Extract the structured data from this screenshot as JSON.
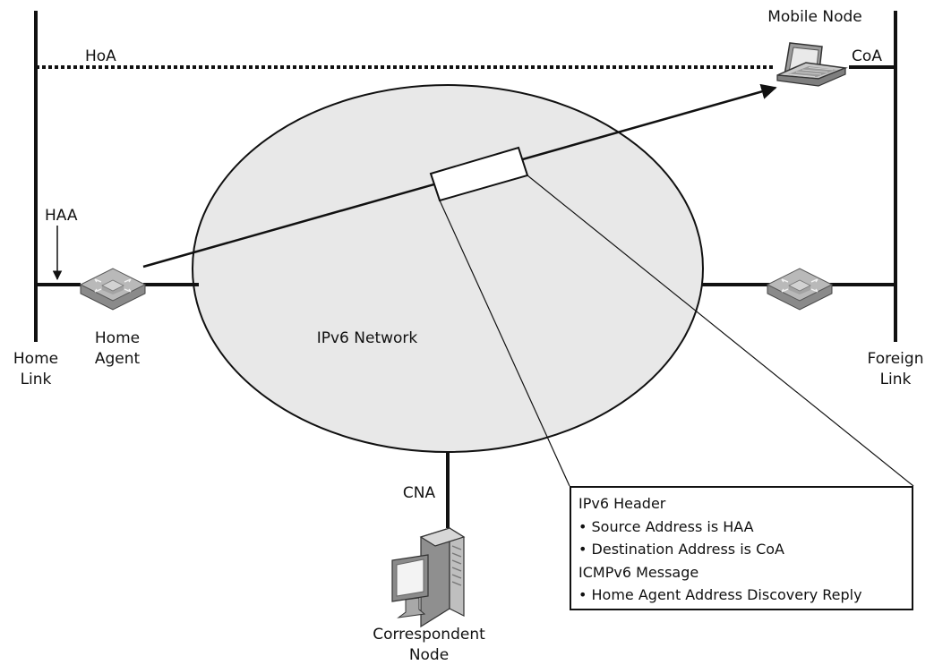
{
  "labels": {
    "hoa": "HoA",
    "mobile_node": "Mobile Node",
    "coa": "CoA",
    "haa": "HAA",
    "home_agent_line1": "Home",
    "home_agent_line2": "Agent",
    "home_link_line1": "Home",
    "home_link_line2": "Link",
    "ipv6_network": "IPv6 Network",
    "foreign_link_line1": "Foreign",
    "foreign_link_line2": "Link",
    "cna": "CNA",
    "correspondent_line1": "Correspondent",
    "correspondent_line2": "Node"
  },
  "callout": {
    "lines": [
      "IPv6 Header",
      "• Source Address is HAA",
      "• Destination Address is CoA",
      "ICMPv6 Message",
      "• Home Agent Address Discovery Reply"
    ]
  },
  "colors": {
    "line": "#111111",
    "network_fill": "#e8e8e8",
    "device_fill": "#b9b9b9",
    "device_dark": "#8a8a8a"
  },
  "icons": {
    "home_agent": "router-icon",
    "foreign_router": "router-icon",
    "mobile_node": "laptop-icon",
    "correspondent_node": "server-icon"
  }
}
